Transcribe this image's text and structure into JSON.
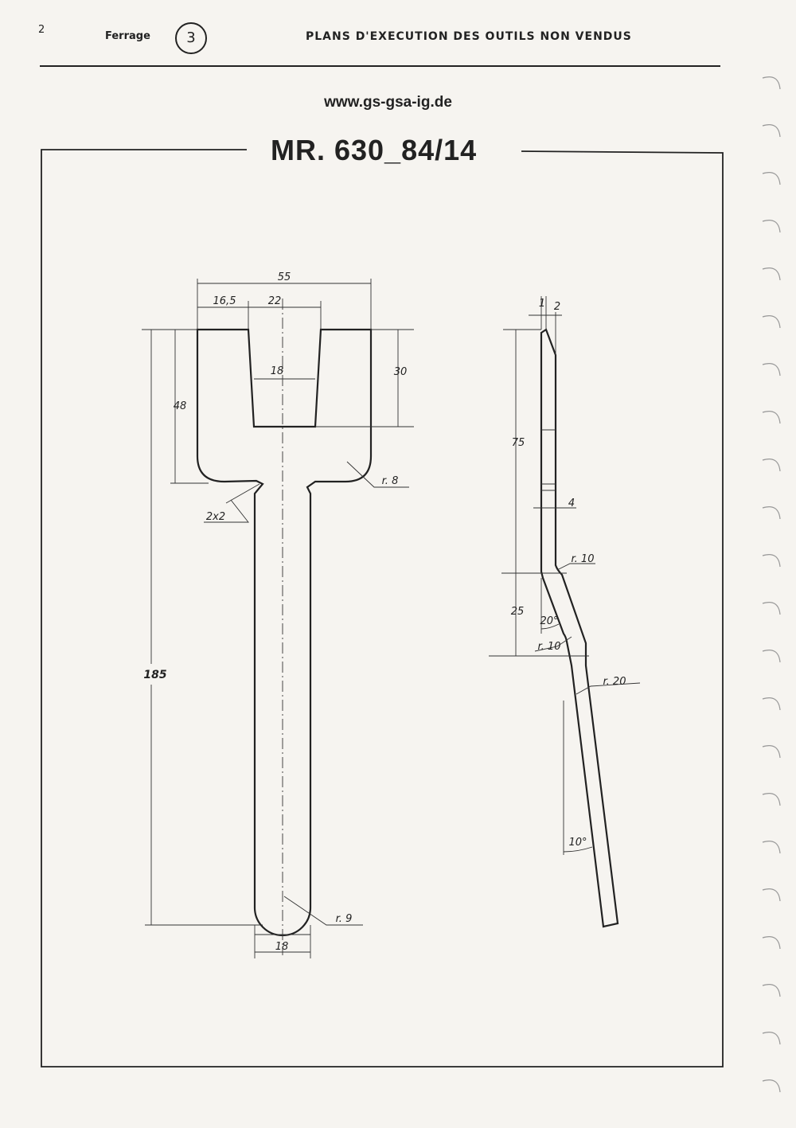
{
  "header": {
    "page_number": "2",
    "section_name": "Ferrage",
    "section_number": "3",
    "title": "PLANS D'EXECUTION DES OUTILS NON VENDUS"
  },
  "website": "www.gs-gsa-ig.de",
  "drawing": {
    "reference": "MR. 630_84/14",
    "front_view": {
      "overall_width": "55",
      "left_offset": "16,5",
      "slot_top_width": "22",
      "slot_bottom_width": "18",
      "slot_depth": "30",
      "head_height": "48",
      "overall_length": "185",
      "chamfer": "2x2",
      "fillet_radius": "r. 8",
      "end_radius": "r. 9",
      "shank_width": "18"
    },
    "side_view": {
      "tip_dim_a": "1",
      "tip_dim_b": "2",
      "straight_length": "75",
      "thickness": "4",
      "bend_radius_top": "r. 10",
      "offset_length": "25",
      "offset_angle": "20°",
      "bend_radius_middle": "r. 10",
      "bend_radius_lower": "r. 20",
      "handle_angle": "10°"
    }
  }
}
